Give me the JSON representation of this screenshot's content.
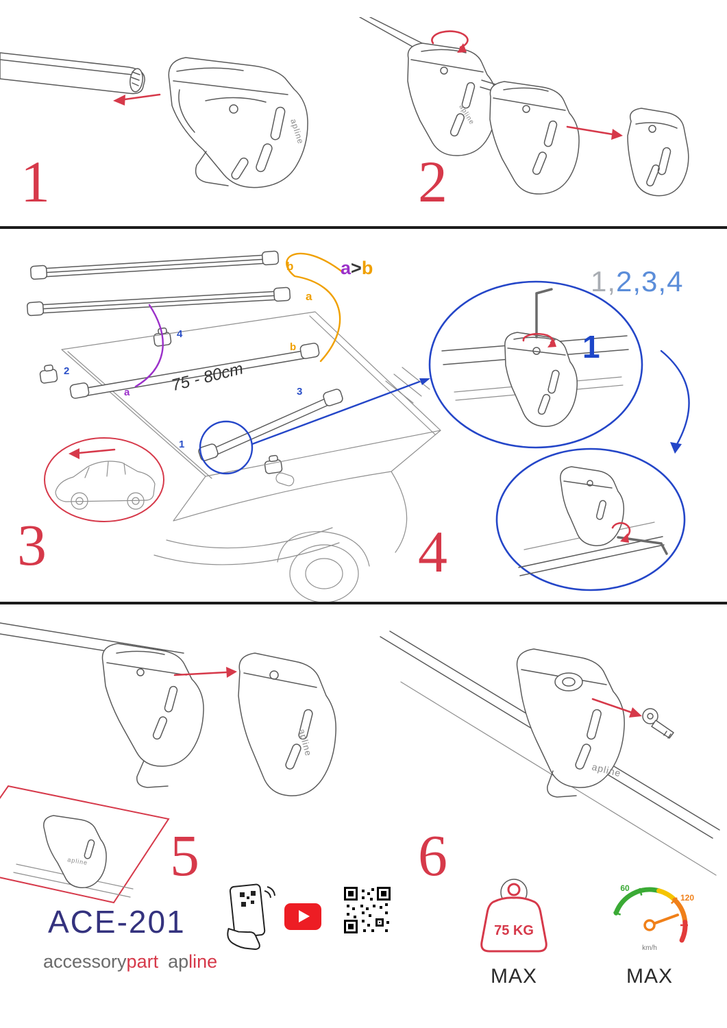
{
  "steps": [
    "1",
    "2",
    "3",
    "4",
    "5",
    "6"
  ],
  "assembly": {
    "comparison": {
      "a": "a",
      "gt": ">",
      "b": "b"
    },
    "sequence": {
      "gray": "1,",
      "blue": "2,3,4"
    },
    "measurement": "75 - 80cm",
    "callout_number": "1",
    "isolated_bar_labels": {
      "top": "b",
      "bottom": "a"
    },
    "roof_labels": {
      "n1": "1",
      "n2": "2",
      "n3": "3",
      "n4": "4",
      "a": "a",
      "b": "b"
    }
  },
  "branding": {
    "model": "ACE-201",
    "accessory": "accessory",
    "part": "part",
    "ap": "ap",
    "line": "line",
    "part_logo": "apline"
  },
  "badges": {
    "weight_value": "75 KG",
    "weight_max": "MAX",
    "speed_min": "60",
    "speed_max_value": "120",
    "speed_unit": "km/h",
    "speed_max": "MAX"
  },
  "accents": {
    "red": "#d6394a",
    "blue": "#2446c8",
    "light_blue": "#5b8dd9",
    "purple": "#9b30c9",
    "orange": "#f0a000",
    "navy": "#34327e",
    "green": "#3aaa35"
  }
}
